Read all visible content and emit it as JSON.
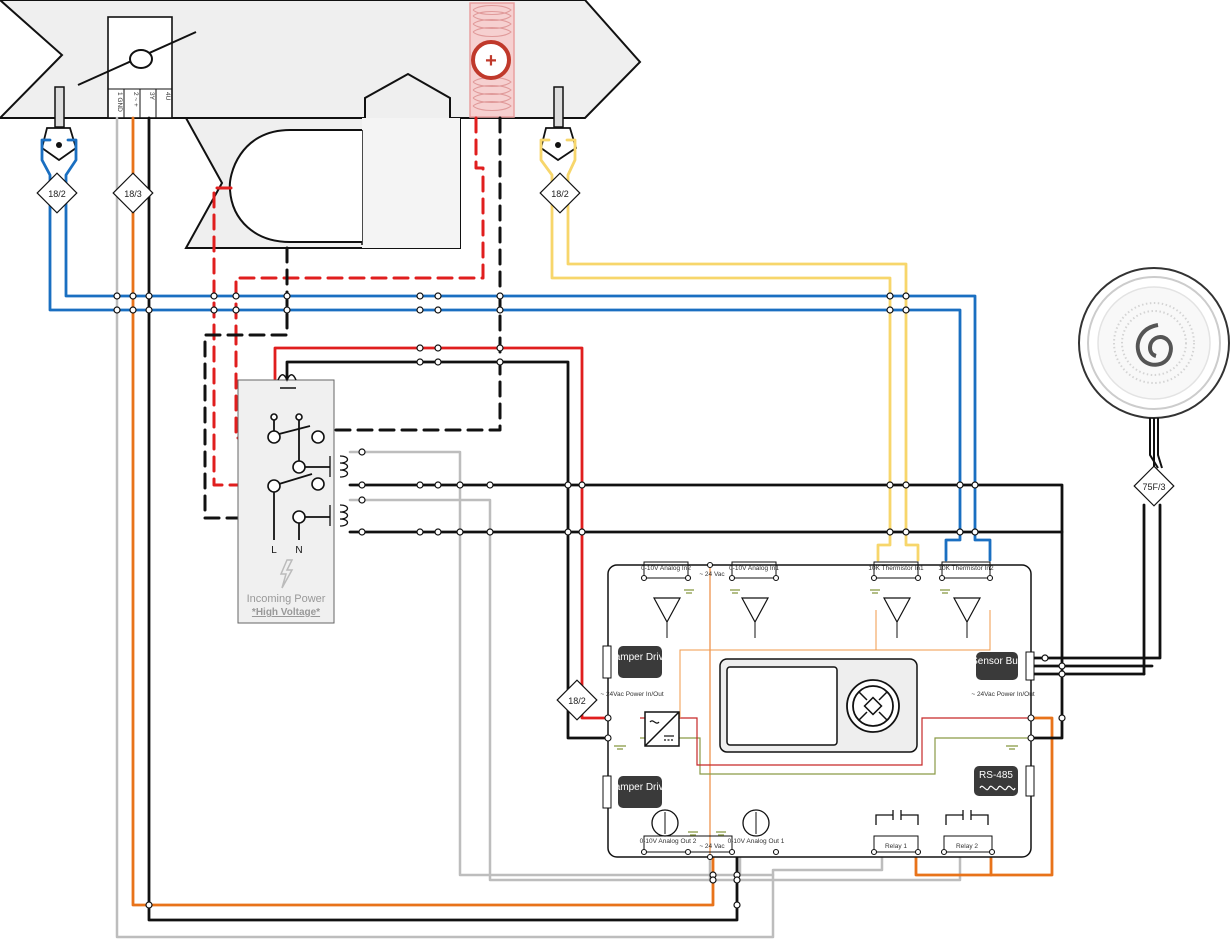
{
  "colors": {
    "blue": "#1a6fc1",
    "orange": "#e8731a",
    "yellow": "#f7d66b",
    "red": "#e01e1e",
    "black": "#111111",
    "grey": "#bdbdbd",
    "thin_red": "#c62828",
    "thin_olive": "#8a9a46",
    "thin_orange": "#f09a4a",
    "dark_button": "#3a3a3a",
    "duct_fill": "#efefef",
    "heater_fill": "#f6d0d0"
  },
  "cable_tags": {
    "left_sensor": "18/2",
    "actuator": "18/3",
    "right_sensor": "18/2",
    "controller_power": "18/2",
    "room_sensor": "75F/3"
  },
  "actuator": {
    "terminal_1": "1 GND",
    "terminal_2": "2 ~ +",
    "terminal_3": "3Y",
    "terminal_4": "4U"
  },
  "heater": {
    "symbol": "+"
  },
  "power_box": {
    "title": "Incoming Power",
    "warning": "*High Voltage*",
    "line_label": "L",
    "neutral_label": "N",
    "icon": "lightning-icon"
  },
  "controller": {
    "top_inputs": [
      "0-10V Analog In2",
      "0-10V Analog In1",
      "10K Thermistor In1",
      "10K Thermistor In2"
    ],
    "supply_label": "~ 24 Vac",
    "bottom_supply_label": "~ 24 Vac",
    "damper_driver": "Damper Driver",
    "damper_driver_2": "Damper Driver",
    "sensor_bus": "Sensor Bus",
    "rs485": "RS-485",
    "power_left": "~ 24Vac Power In/Out",
    "power_right": "~ 24Vac Power In/Out",
    "outputs": [
      "0-10V Analog Out 2",
      "0-10V Analog Out 1"
    ],
    "relays": [
      "Relay 1",
      "Relay 2"
    ]
  }
}
